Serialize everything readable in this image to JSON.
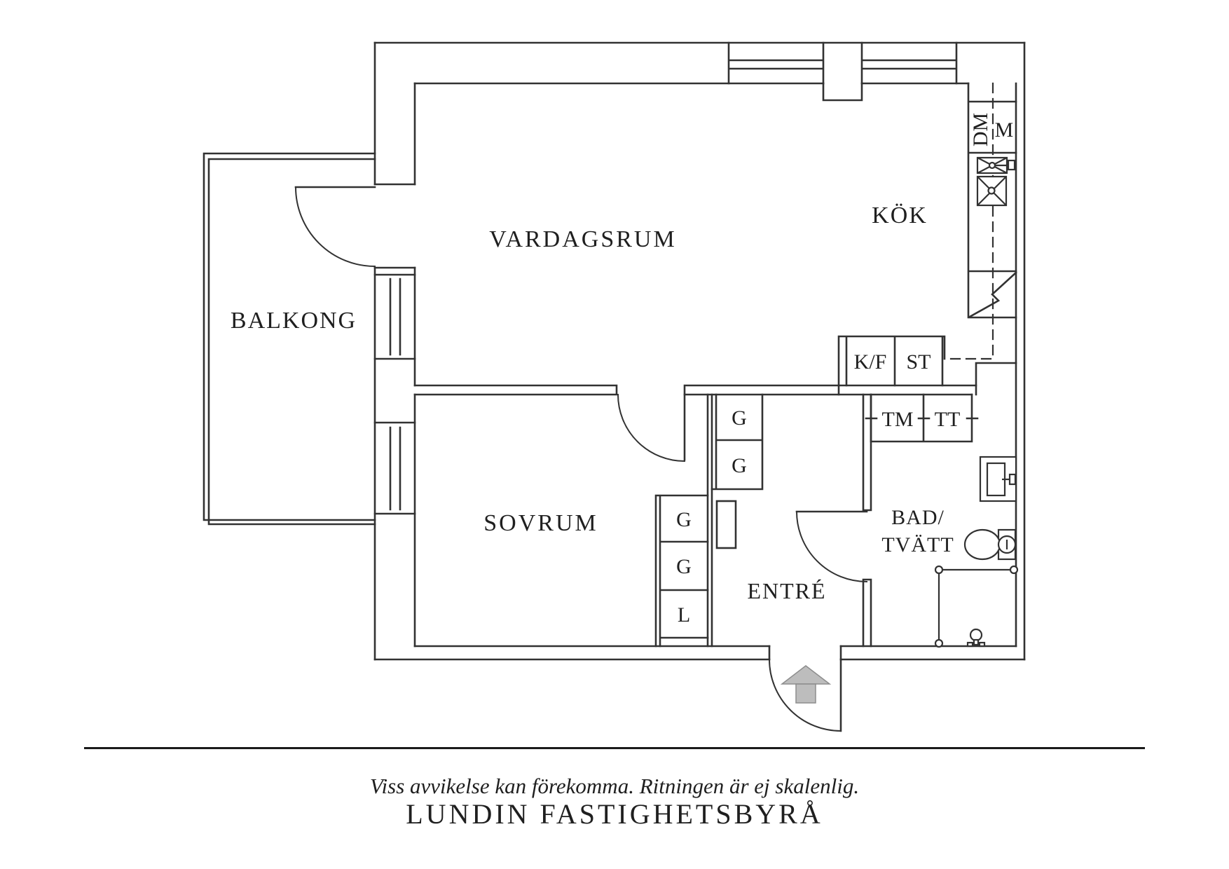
{
  "plan": {
    "labels": {
      "balkong": "BALKONG",
      "vardagsrum": "VARDAGSRUM",
      "kok": "KÖK",
      "sovrum": "SOVRUM",
      "entre": "ENTRÉ",
      "bad_line1": "BAD/",
      "bad_line2": "TVÄTT",
      "dishwasher": "DM",
      "micro": "M",
      "fridge_freezer": "K/F",
      "tall_cabinet": "ST",
      "washer": "TM",
      "dryer": "TT",
      "linen": "L"
    },
    "wardrobes": [
      "G",
      "G",
      "G",
      "G"
    ],
    "colors": {
      "line": "#323232",
      "text": "#1f1f1f",
      "arrow_fill": "#bdbdbd",
      "arrow_stroke": "#8d8d8d"
    }
  },
  "footer": {
    "disclaimer": "Viss avvikelse kan förekomma. Ritningen är ej skalenlig.",
    "brand": "LUNDIN FASTIGHETSBYRÅ"
  }
}
